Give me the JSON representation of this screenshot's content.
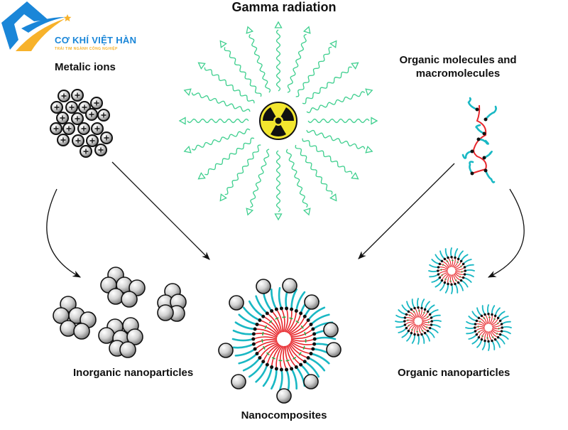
{
  "title": "Gamma radiation",
  "logo": {
    "name": "CƠ KHÍ VIỆT HÀN",
    "tagline": "TRÁI TIM NGÀNH CÔNG NGHIỆP",
    "colors": {
      "blue": "#1a86d8",
      "orange": "#f7b22b",
      "star": "#f7b22b"
    }
  },
  "nodes": {
    "metallic_ions": {
      "label": "Metalic ions"
    },
    "organic_molecules": {
      "label_line1": "Organic molecules and",
      "label_line2": "macromolecules"
    },
    "inorganic_nanoparticles": {
      "label": "Inorganic nanoparticles"
    },
    "nanocomposites": {
      "label": "Nanocomposites"
    },
    "organic_nanoparticles": {
      "label": "Organic nanoparticles"
    },
    "radiation_source": {
      "icon": "radiation-hazard-icon"
    }
  },
  "edges": [
    {
      "from": "metallic_ions",
      "to": "nanocomposites",
      "style": "straight-arrow"
    },
    {
      "from": "metallic_ions",
      "to": "inorganic_nanoparticles",
      "style": "curved-arrow"
    },
    {
      "from": "organic_molecules",
      "to": "nanocomposites",
      "style": "straight-arrow"
    },
    {
      "from": "organic_molecules",
      "to": "organic_nanoparticles",
      "style": "curved-arrow"
    }
  ],
  "colors": {
    "gamma_wave": "#3ecf8e",
    "chain_core": "#e8262b",
    "chain_tail": "#19b8c4",
    "crosslink": "#2fb04a",
    "node_dot": "#111111",
    "sphere_light": "#ffffff",
    "sphere_dark": "#8a8a8a",
    "hazard_yellow": "#f2e62e",
    "text": "#111111"
  }
}
